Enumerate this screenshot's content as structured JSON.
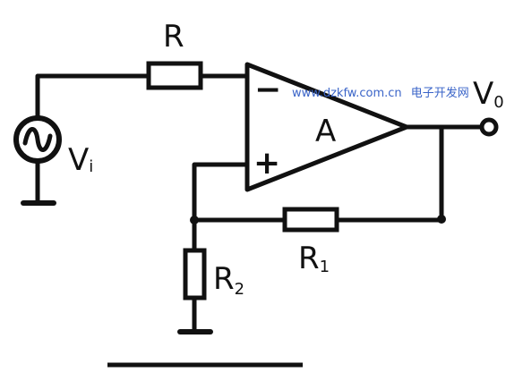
{
  "labels": {
    "input_resistor": "R",
    "input_source": "V",
    "input_source_sub": "i",
    "op_amp": "A",
    "inverting": "−",
    "non_inverting": "+",
    "output": "V",
    "output_sub": "0",
    "feedback_resistor": "R",
    "feedback_resistor_sub": "1",
    "ground_resistor": "R",
    "ground_resistor_sub": "2"
  },
  "watermark": {
    "url": "www.dzkfw.com.cn",
    "site": "电子开发网"
  },
  "colors": {
    "ink": "#111111",
    "watermark": "#3a64c8",
    "background": "#ffffff"
  }
}
